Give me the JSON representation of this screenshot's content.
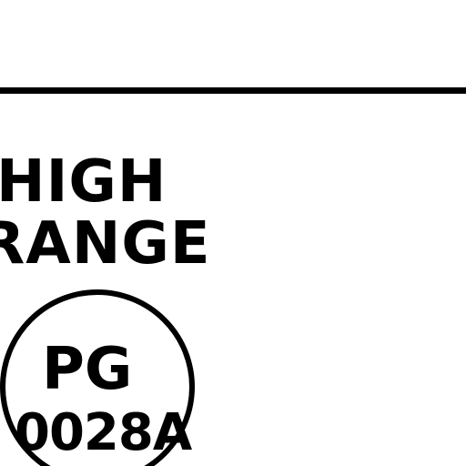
{
  "label": {
    "line1": "HIGH",
    "line2": "RANGE",
    "seal_line1": "PG",
    "seal_line2": "0028A"
  },
  "colors": {
    "ink": "#000000",
    "background": "#ffffff"
  }
}
